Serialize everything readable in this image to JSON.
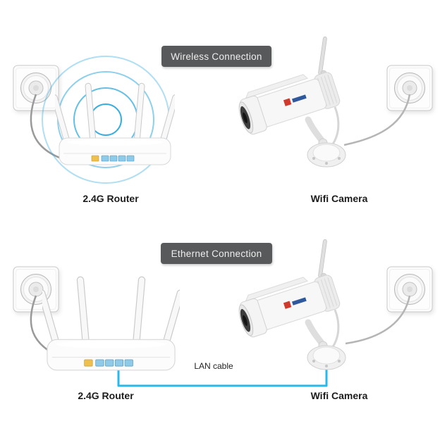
{
  "diagram": {
    "sections": [
      {
        "badge": "Wireless Connection",
        "router_label": "2.4G Router",
        "camera_label": "Wifi Camera"
      },
      {
        "badge": "Ethernet Connection",
        "router_label": "2.4G Router",
        "camera_label": "Wifi Camera",
        "cable_label": "LAN cable"
      }
    ],
    "colors": {
      "badge_bg": "#58595b",
      "badge_text": "#efefef",
      "wifi_ring_blue": "#2fa9dd",
      "lan_cable_blue": "#29b8ea",
      "port_yellow": "#eec14f",
      "port_blue": "#8fcbe8",
      "label_text": "#1c1c1c"
    }
  }
}
